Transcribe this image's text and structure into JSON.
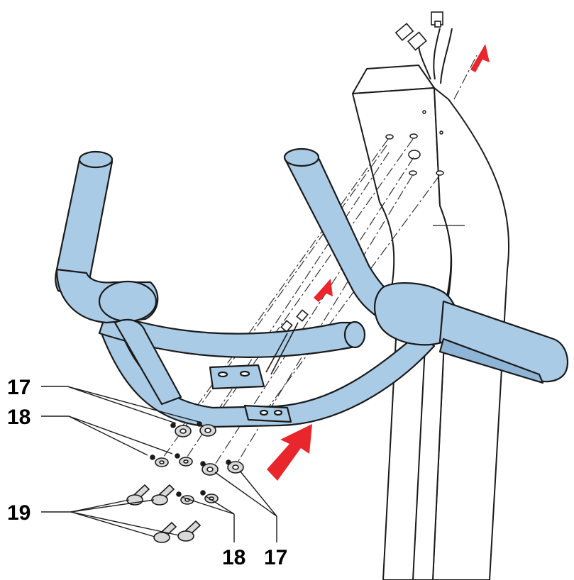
{
  "callouts": {
    "washer_upper_left": "17",
    "washer_lower_right": "17",
    "spring_washer_left": "18",
    "spring_washer_bottom": "18",
    "bolt_left": "19"
  },
  "colors": {
    "part_fill": "#a9cbe6",
    "part_shadow": "#8fb5d6",
    "outline": "#1a1a1a",
    "arrow": "#e8262b",
    "hardware": "#d9d9d9"
  },
  "icons": [
    "assembly-direction-arrow",
    "cable-connector-icon"
  ]
}
